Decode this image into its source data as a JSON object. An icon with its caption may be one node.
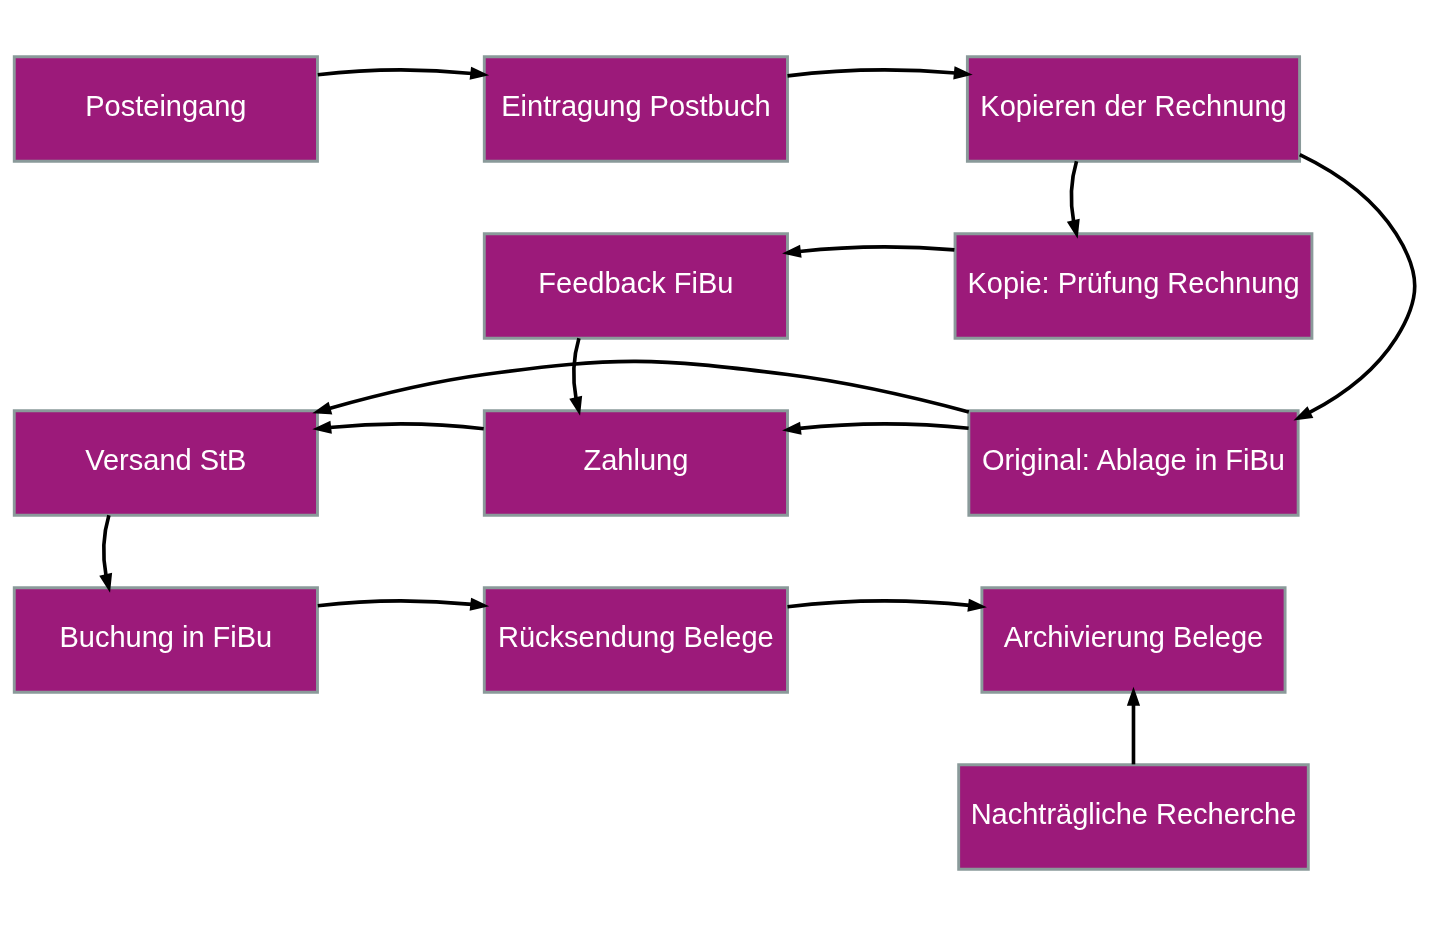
{
  "diagram": {
    "nodes": [
      {
        "text": [
          "Posteingang"
        ]
      },
      {
        "text": [
          "Eintragung Postbuch"
        ]
      },
      {
        "text": [
          "Kopieren der Rechnung"
        ]
      },
      {
        "text": [
          "Feedback FiBu"
        ]
      },
      {
        "text": [
          "Kopie: Prüfung Rechnung"
        ]
      },
      {
        "text": [
          "Versand StB"
        ]
      },
      {
        "text": [
          "Zahlung"
        ]
      },
      {
        "text": [
          "Original: Ablage in FiBu"
        ]
      },
      {
        "text": [
          "Buchung in FiBu"
        ]
      },
      {
        "text": [
          "Rücksendung Belege"
        ]
      },
      {
        "text": [
          "Archivierung Belege"
        ]
      },
      {
        "text": [
          "Nachträgliche Recherche"
        ]
      }
    ],
    "edges": [
      {
        "from": 0,
        "to": 1,
        "arrow": "to"
      },
      {
        "from": 1,
        "to": 2,
        "arrow": "to"
      },
      {
        "from": 2,
        "to": 4,
        "arrow": "to"
      },
      {
        "from": 2,
        "to": 7,
        "arrow": "to"
      },
      {
        "from": 4,
        "to": 3,
        "arrow": "to"
      },
      {
        "from": 3,
        "to": 6,
        "arrow": "to"
      },
      {
        "from": 7,
        "to": 6,
        "arrow": "to"
      },
      {
        "from": 6,
        "to": 5,
        "arrow": "to"
      },
      {
        "from": 7,
        "to": 5,
        "arrow": "to"
      },
      {
        "from": 5,
        "to": 8,
        "arrow": "to"
      },
      {
        "from": 8,
        "to": 9,
        "arrow": "to"
      },
      {
        "from": 9,
        "to": 10,
        "arrow": "to"
      },
      {
        "from": 11,
        "to": 10,
        "arrow": "to"
      }
    ]
  }
}
